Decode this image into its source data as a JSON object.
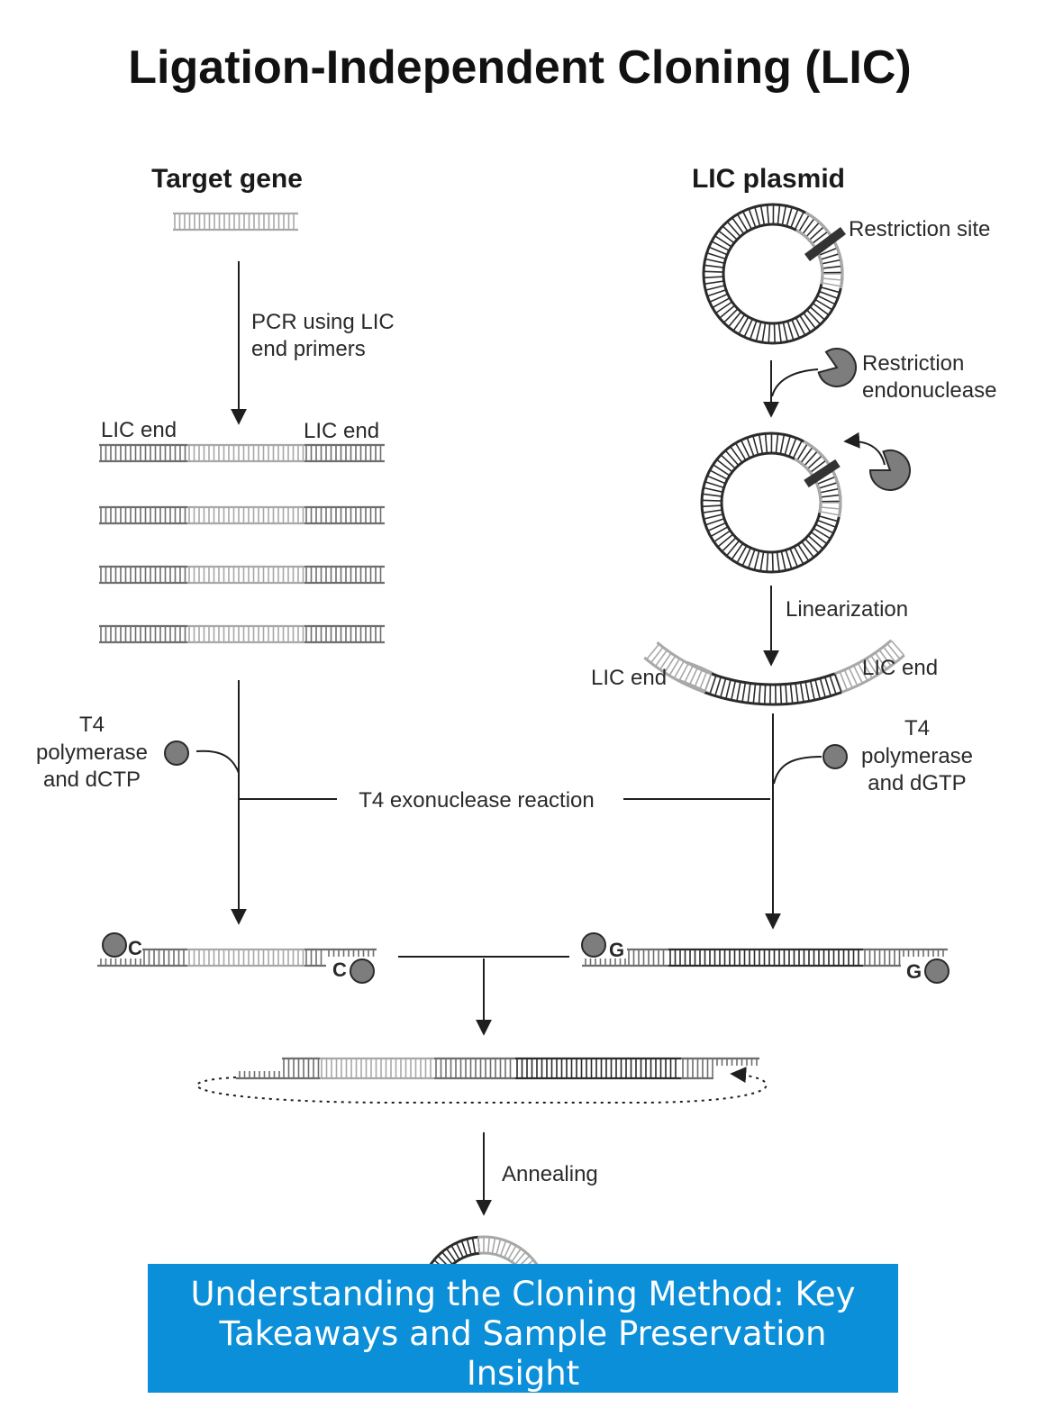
{
  "title": "Ligation-Independent Cloning (LIC)",
  "left_column": {
    "heading": "Target gene",
    "pcr_label": [
      "PCR using LIC",
      "end primers"
    ],
    "lic_end_left": "LIC end",
    "lic_end_right": "LIC end",
    "enzyme_label": [
      "T4",
      "polymerase",
      "and dCTP"
    ],
    "nucleotide": "C"
  },
  "right_column": {
    "heading": "LIC plasmid",
    "restriction_site": "Restriction site",
    "restriction_enzyme": [
      "Restriction",
      "endonuclease"
    ],
    "linearization": "Linearization",
    "lic_end_left": "LIC end",
    "lic_end_right": "LIC end",
    "enzyme_label": [
      "T4",
      "polymerase",
      "and dGTP"
    ],
    "nucleotide": "G"
  },
  "center": {
    "exonuclease": "T4 exonuclease reaction",
    "annealing": "Annealing"
  },
  "banner": {
    "text": "Understanding the Cloning Method: Key Takeaways and Sample Preservation Insight"
  },
  "colors": {
    "dark": "#2b2b2b",
    "mid": "#6e6e6e",
    "light": "#a8a8a8",
    "enzyme": "#7d7d7d",
    "banner": "#0b8fd9"
  }
}
